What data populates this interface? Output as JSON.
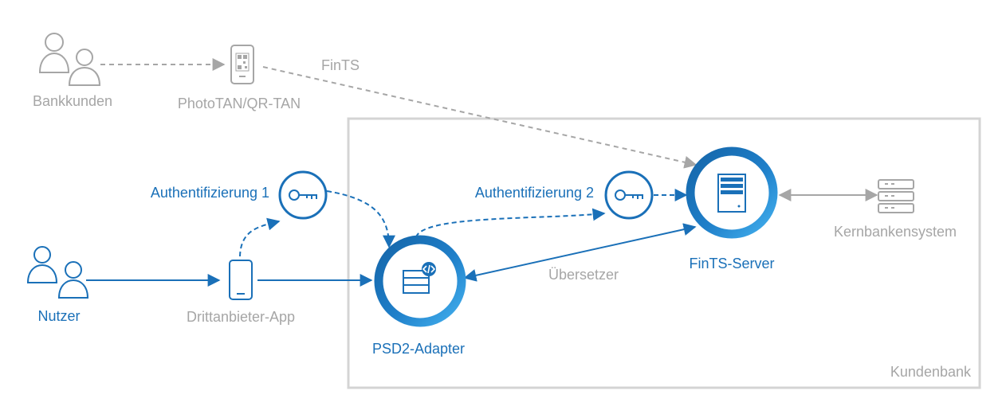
{
  "labels": {
    "bankkunden": "Bankkunden",
    "phototan": "PhotoTAN/QR-TAN",
    "fints": "FinTS",
    "nutzer": "Nutzer",
    "drittanbieter": "Drittanbieter-App",
    "auth1": "Authentifizierung 1",
    "auth2": "Authentifizierung 2",
    "psd2": "PSD2-Adapter",
    "uebersetzer": "Übersetzer",
    "fints_server": "FinTS-Server",
    "kernbank": "Kernbankensystem",
    "kundenbank": "Kundenbank"
  },
  "colors": {
    "blue": "#1a70b8",
    "light_blue": "#3ba6e8",
    "gray": "#a6a6a6",
    "box_border": "#d4d4d4"
  },
  "icons": {
    "bank_customers": "people-icon",
    "phototan_device": "qr-phone-icon",
    "users": "people-icon",
    "third_party_app": "smartphone-icon",
    "auth_key_1": "key-icon",
    "auth_key_2": "key-icon",
    "psd2_adapter": "code-server-icon",
    "fints_server": "server-icon",
    "core_banking": "server-rack-icon"
  }
}
